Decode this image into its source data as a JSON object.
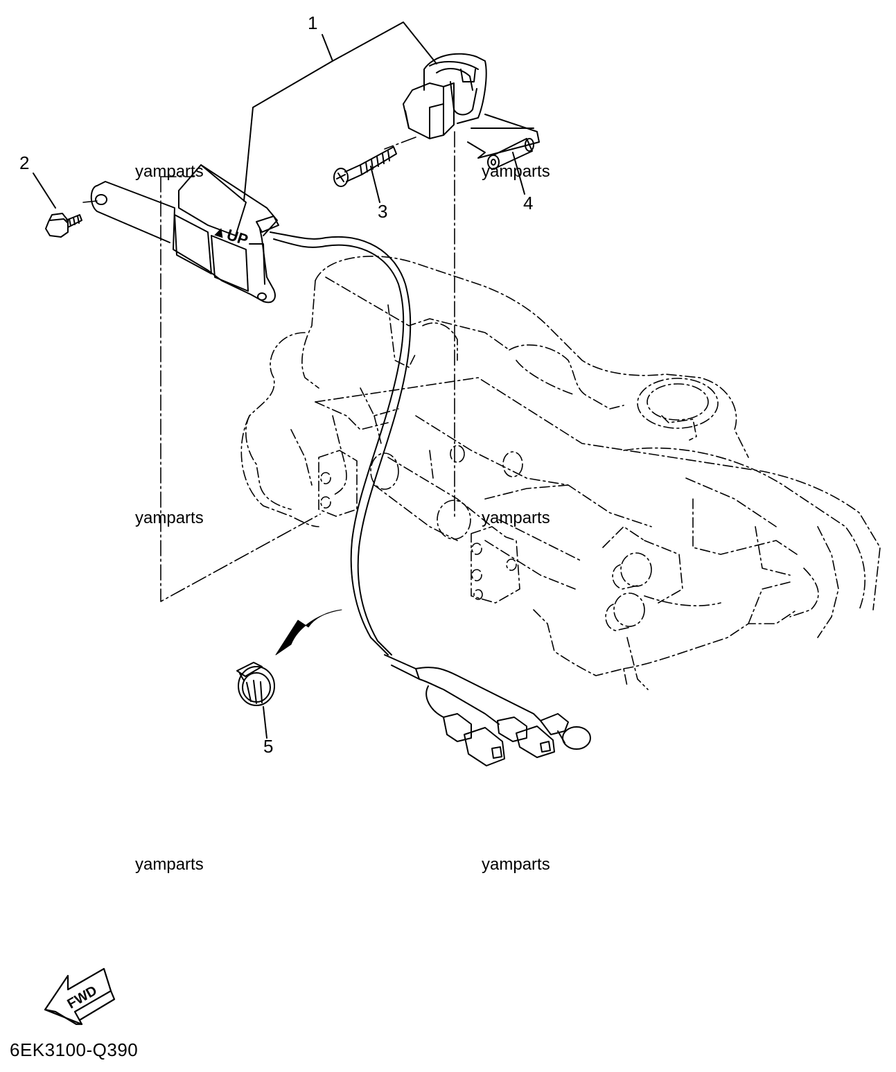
{
  "callouts": [
    {
      "number": "1"
    },
    {
      "number": "2"
    },
    {
      "number": "3"
    },
    {
      "number": "4"
    },
    {
      "number": "5"
    }
  ],
  "watermark": "yamparts",
  "sensor_mark": "▲UP",
  "fwd_arrow_text": "FWD",
  "diagram_code": "6EK3100-Q390"
}
